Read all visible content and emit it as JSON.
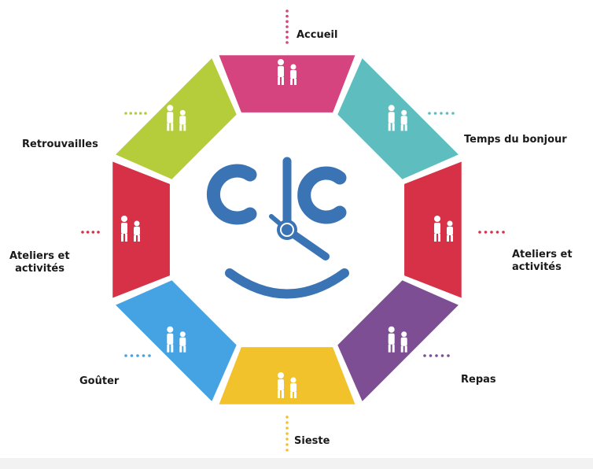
{
  "diagram": {
    "logo_text": "clc",
    "segments": [
      {
        "id": "accueil",
        "label": "Accueil",
        "color": "#d6447f",
        "icon": "two-adults-with-child-icon"
      },
      {
        "id": "temps-du-bonjour",
        "label": "Temps du bonjour",
        "color": "#5ebdbf",
        "icon": "changing-table-icon"
      },
      {
        "id": "ateliers-right",
        "label": "Ateliers et activités",
        "color": "#d63147",
        "icon": "crawling-children-icon"
      },
      {
        "id": "repas",
        "label": "Repas",
        "color": "#7e4e95",
        "icon": "children-at-table-icon"
      },
      {
        "id": "sieste",
        "label": "Sieste",
        "color": "#f2c22c",
        "icon": "sleeping-child-icon"
      },
      {
        "id": "gouter",
        "label": "Goûter",
        "color": "#45a3e3",
        "icon": "child-snack-table-icon"
      },
      {
        "id": "ateliers-left",
        "label": "Ateliers et activités",
        "color": "#d63147",
        "icon": "playground-slide-icon"
      },
      {
        "id": "retrouvailles",
        "label": "Retrouvailles",
        "color": "#b5cc3b",
        "icon": "parent-pickup-icon"
      }
    ],
    "labels": {
      "accueil": "Accueil",
      "temps_du_bonjour": "Temps du bonjour",
      "ateliers_right_1": "Ateliers et",
      "ateliers_right_2": "activités",
      "repas": "Repas",
      "sieste": "Sieste",
      "gouter": "Goûter",
      "ateliers_left_1": "Ateliers et",
      "ateliers_left_2": "activités",
      "retrouvailles": "Retrouvailles"
    },
    "logo_color": "#3a74b5"
  }
}
